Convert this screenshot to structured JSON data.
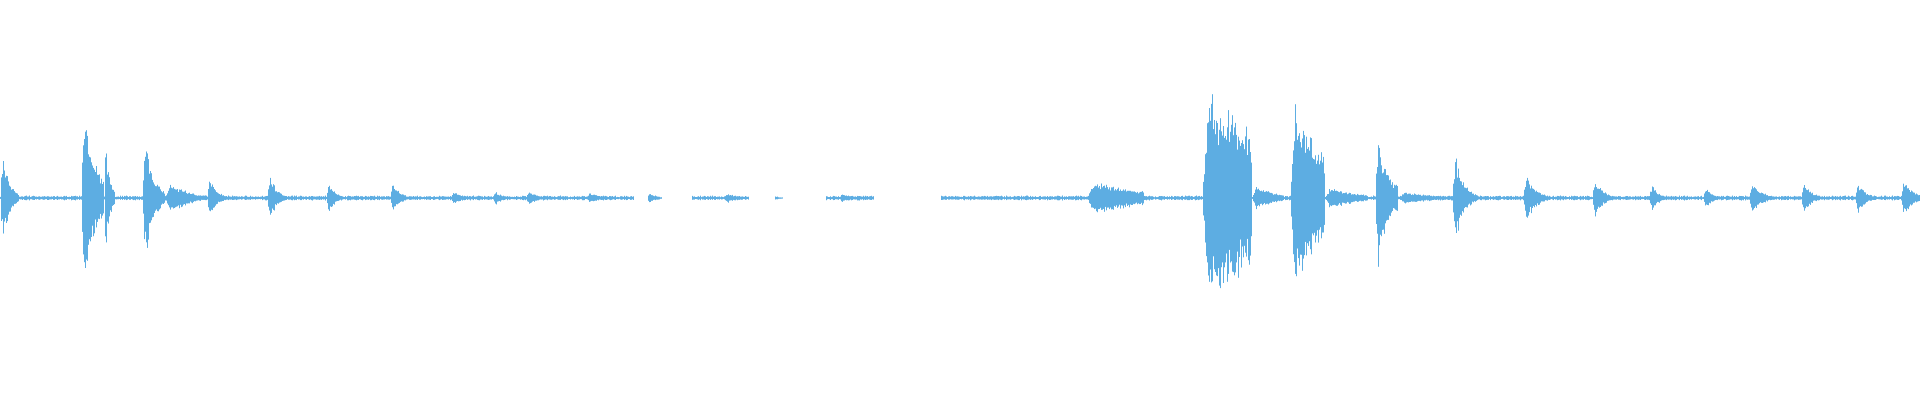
{
  "waveform": {
    "color": "#5dade2",
    "background": "#ffffff",
    "duration_relative": 1.0,
    "baseline_amplitude": 0.02,
    "segments": [
      {
        "start": 0.0,
        "end": 0.01,
        "peak": 0.5,
        "decay": 2.5
      },
      {
        "start": 0.042,
        "end": 0.054,
        "peak": 0.98,
        "decay": 2.0
      },
      {
        "start": 0.054,
        "end": 0.06,
        "peak": 0.62,
        "decay": 2.5
      },
      {
        "start": 0.074,
        "end": 0.086,
        "peak": 0.68,
        "decay": 2.5
      },
      {
        "start": 0.086,
        "end": 0.108,
        "peak": 0.16,
        "decay": 2.0
      },
      {
        "start": 0.108,
        "end": 0.118,
        "peak": 0.28,
        "decay": 3.0
      },
      {
        "start": 0.139,
        "end": 0.15,
        "peak": 0.28,
        "decay": 3.0
      },
      {
        "start": 0.17,
        "end": 0.18,
        "peak": 0.2,
        "decay": 3.0
      },
      {
        "start": 0.203,
        "end": 0.214,
        "peak": 0.2,
        "decay": 3.0
      },
      {
        "start": 0.235,
        "end": 0.245,
        "peak": 0.07,
        "decay": 2.0
      },
      {
        "start": 0.257,
        "end": 0.265,
        "peak": 0.08,
        "decay": 2.0
      },
      {
        "start": 0.274,
        "end": 0.284,
        "peak": 0.08,
        "decay": 2.0
      },
      {
        "start": 0.305,
        "end": 0.318,
        "peak": 0.06,
        "decay": 2.0
      },
      {
        "start": 0.337,
        "end": 0.345,
        "peak": 0.06,
        "decay": 2.0
      },
      {
        "start": 0.377,
        "end": 0.387,
        "peak": 0.06,
        "decay": 2.0
      },
      {
        "start": 0.403,
        "end": 0.408,
        "peak": 0.02,
        "decay": 1.5
      },
      {
        "start": 0.437,
        "end": 0.447,
        "peak": 0.05,
        "decay": 2.0
      },
      {
        "start": 0.495,
        "end": 0.555,
        "peak": 0.015,
        "decay": 0.5
      },
      {
        "start": 0.566,
        "end": 0.596,
        "peak": 0.16,
        "decay": 1.0
      },
      {
        "start": 0.626,
        "end": 0.652,
        "peak": 1.0,
        "decay": 0.6
      },
      {
        "start": 0.652,
        "end": 0.668,
        "peak": 0.12,
        "decay": 1.5
      },
      {
        "start": 0.672,
        "end": 0.69,
        "peak": 0.9,
        "decay": 1.0
      },
      {
        "start": 0.69,
        "end": 0.712,
        "peak": 0.12,
        "decay": 1.5
      },
      {
        "start": 0.716,
        "end": 0.728,
        "peak": 0.72,
        "decay": 2.0
      },
      {
        "start": 0.728,
        "end": 0.756,
        "peak": 0.06,
        "decay": 1.5
      },
      {
        "start": 0.756,
        "end": 0.77,
        "peak": 0.52,
        "decay": 3.0
      },
      {
        "start": 0.793,
        "end": 0.808,
        "peak": 0.3,
        "decay": 3.0
      },
      {
        "start": 0.829,
        "end": 0.842,
        "peak": 0.24,
        "decay": 3.0
      },
      {
        "start": 0.859,
        "end": 0.87,
        "peak": 0.16,
        "decay": 3.0
      },
      {
        "start": 0.887,
        "end": 0.898,
        "peak": 0.14,
        "decay": 3.0
      },
      {
        "start": 0.911,
        "end": 0.925,
        "peak": 0.22,
        "decay": 3.0
      },
      {
        "start": 0.938,
        "end": 0.95,
        "peak": 0.2,
        "decay": 3.0
      },
      {
        "start": 0.966,
        "end": 0.978,
        "peak": 0.2,
        "decay": 3.0
      },
      {
        "start": 0.99,
        "end": 1.0,
        "peak": 0.2,
        "decay": 2.0
      }
    ]
  }
}
